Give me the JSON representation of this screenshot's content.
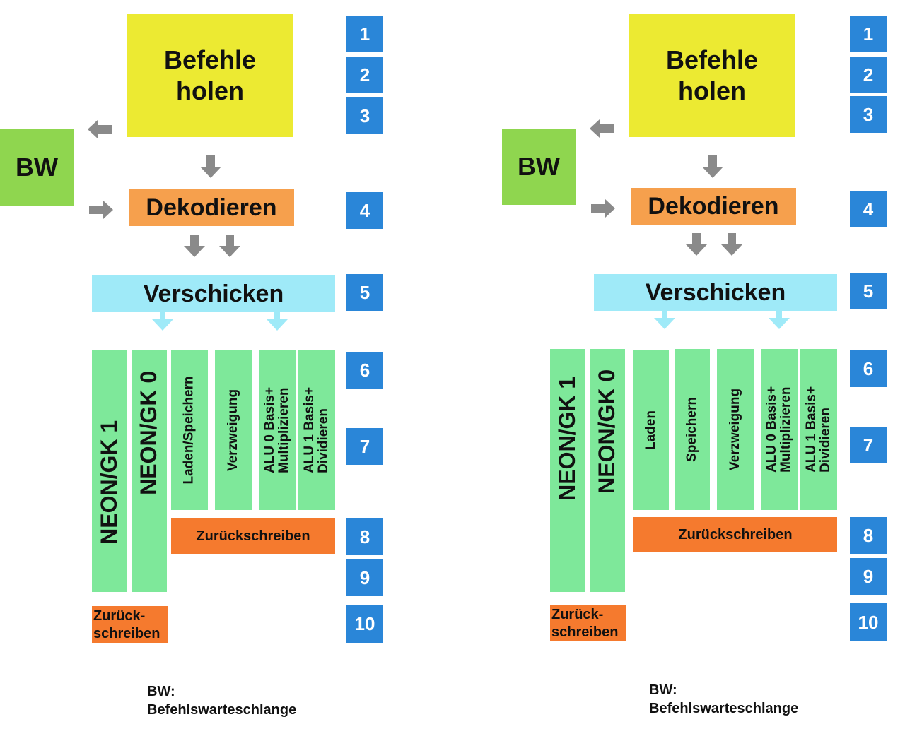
{
  "colors": {
    "fetch": "#ecea32",
    "queue": "#8fd64f",
    "decode": "#f6a04d",
    "dispatch": "#9feaf8",
    "unit": "#7ee89a",
    "writeback": "#f57a2e",
    "stage_number": "#2a86d8",
    "arrow_gray": "#8a8a8a",
    "arrow_cyan": "#9feaf8"
  },
  "stage_numbers": [
    "1",
    "2",
    "3",
    "4",
    "5",
    "6",
    "7",
    "8",
    "9",
    "10"
  ],
  "left": {
    "fetch_line1": "Befehle",
    "fetch_line2": "holen",
    "queue": "BW",
    "decode": "Dekodieren",
    "dispatch": "Verschicken",
    "units": [
      "NEON/GK 1",
      "NEON/GK 0",
      "Laden/Speichern",
      "Verzweigung",
      "ALU 0 Basis+",
      "Multiplizieren",
      "ALU 1 Basis+",
      "Dividieren"
    ],
    "writeback": "Zurückschreiben",
    "writeback_small_line1": "Zurück-",
    "writeback_small_line2": "schreiben",
    "caption_line1": "BW:",
    "caption_line2": "Befehlswarteschlange"
  },
  "right": {
    "fetch_line1": "Befehle",
    "fetch_line2": "holen",
    "queue": "BW",
    "decode": "Dekodieren",
    "dispatch": "Verschicken",
    "units": [
      "NEON/GK 1",
      "NEON/GK 0",
      "Laden",
      "Speichern",
      "Verzweigung",
      "ALU 0 Basis+",
      "Multiplizieren",
      "ALU 1 Basis+",
      "Dividieren"
    ],
    "writeback": "Zurückschreiben",
    "writeback_small_line1": "Zurück-",
    "writeback_small_line2": "schreiben",
    "caption_line1": "BW:",
    "caption_line2": "Befehlswarteschlange"
  }
}
